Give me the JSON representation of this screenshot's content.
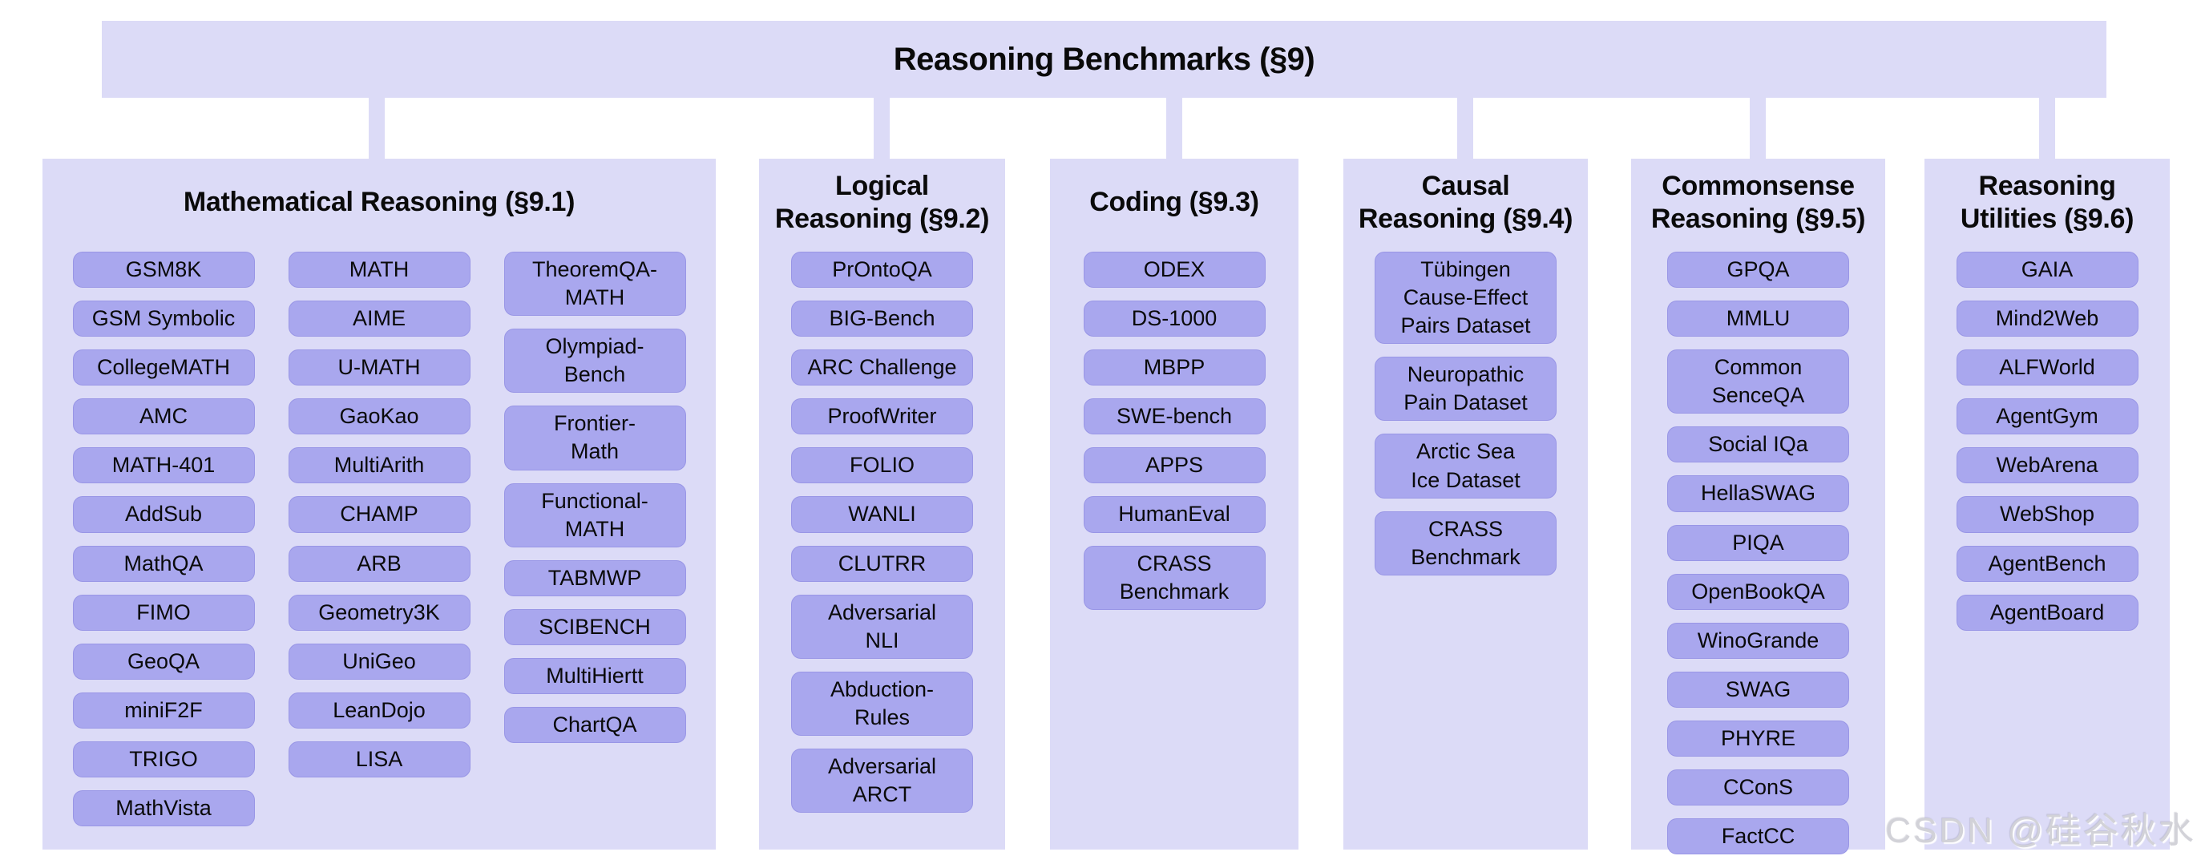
{
  "title": "Reasoning Benchmarks (§9)",
  "watermark": "CSDN @硅谷秋水",
  "colors": {
    "panel_bg": "#dcdbf7",
    "pill_bg": "#a9a7ee",
    "text": "#0a0a0a",
    "page_bg": "#ffffff",
    "watermark": "#d2d2d8"
  },
  "columns": [
    {
      "title": "Mathematical Reasoning (§9.1)",
      "subcolumns": [
        [
          "GSM8K",
          "GSM Symbolic",
          "CollegeMATH",
          "AMC",
          "MATH-401",
          "AddSub",
          "MathQA",
          "FIMO",
          "GeoQA",
          "miniF2F",
          "TRIGO",
          "MathVista"
        ],
        [
          "MATH",
          "AIME",
          "U-MATH",
          "GaoKao",
          "MultiArith",
          "CHAMP",
          "ARB",
          "Geometry3K",
          "UniGeo",
          "LeanDojo",
          "LISA"
        ],
        [
          "TheoremQA-\nMATH",
          "Olympiad-\nBench",
          "Frontier-\nMath",
          "Functional-\nMATH",
          "TABMWP",
          "SCIBENCH",
          "MultiHiertt",
          "ChartQA"
        ]
      ]
    },
    {
      "title": "Logical\nReasoning (§9.2)",
      "subcolumns": [
        [
          "PrOntoQA",
          "BIG-Bench",
          "ARC Challenge",
          "ProofWriter",
          "FOLIO",
          "WANLI",
          "CLUTRR",
          "Adversarial\nNLI",
          "Abduction-\nRules",
          "Adversarial\nARCT"
        ]
      ]
    },
    {
      "title": "Coding (§9.3)",
      "subcolumns": [
        [
          "ODEX",
          "DS-1000",
          "MBPP",
          "SWE-bench",
          "APPS",
          "HumanEval",
          "CRASS\nBenchmark"
        ]
      ]
    },
    {
      "title": "Causal\nReasoning (§9.4)",
      "subcolumns": [
        [
          "Tübingen\nCause-Effect\nPairs Dataset",
          "Neuropathic\nPain Dataset",
          "Arctic Sea\nIce Dataset",
          "CRASS\nBenchmark"
        ]
      ]
    },
    {
      "title": "Commonsense\nReasoning (§9.5)",
      "subcolumns": [
        [
          "GPQA",
          "MMLU",
          "Common\nSenceQA",
          "Social IQa",
          "HellaSWAG",
          "PIQA",
          "OpenBookQA",
          "WinoGrande",
          "SWAG",
          "PHYRE",
          "CConS",
          "FactCC"
        ]
      ]
    },
    {
      "title": "Reasoning\nUtilities (§9.6)",
      "subcolumns": [
        [
          "GAIA",
          "Mind2Web",
          "ALFWorld",
          "AgentGym",
          "WebArena",
          "WebShop",
          "AgentBench",
          "AgentBoard"
        ]
      ]
    }
  ]
}
